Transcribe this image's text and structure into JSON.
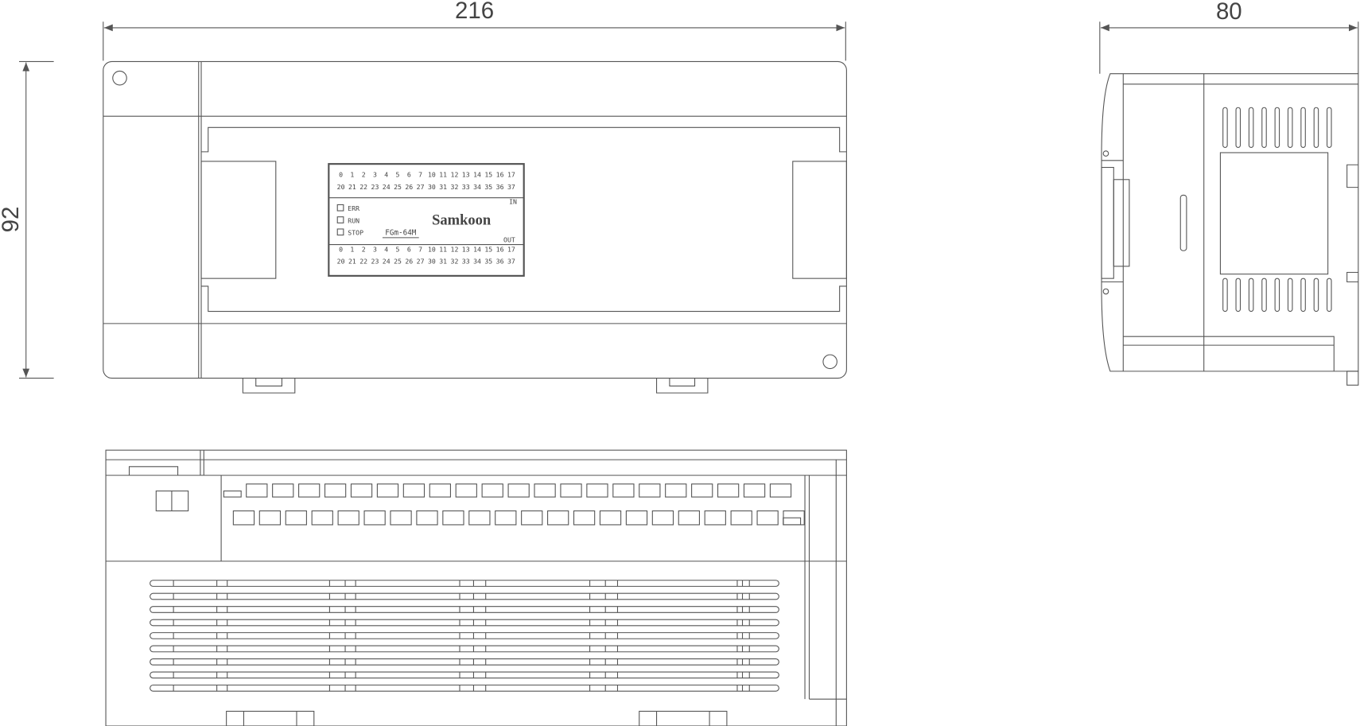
{
  "dimensions": {
    "width": "216",
    "depth": "80",
    "height": "92"
  },
  "panel": {
    "in_label": "IN",
    "out_label": "OUT",
    "row1": [
      "0",
      "1",
      "2",
      "3",
      "4",
      "5",
      "6",
      "7",
      "10",
      "11",
      "12",
      "13",
      "14",
      "15",
      "16",
      "17"
    ],
    "row2": [
      "20",
      "21",
      "22",
      "23",
      "24",
      "25",
      "26",
      "27",
      "30",
      "31",
      "32",
      "33",
      "34",
      "35",
      "36",
      "37"
    ],
    "leds": [
      "ERR",
      "RUN",
      "STOP"
    ],
    "brand": "Samkoon",
    "model": "FGm-64M"
  }
}
